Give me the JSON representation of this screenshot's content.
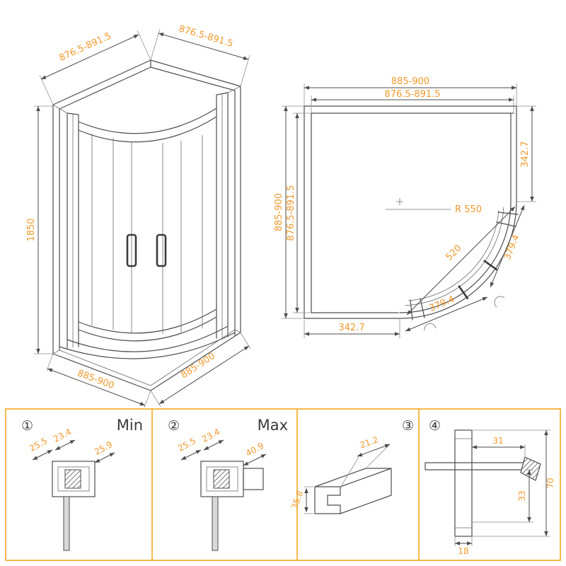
{
  "colors": {
    "dimension_text": "#f0992c",
    "drawing_line": "#4d4d4d",
    "panel_border": "#f5a623",
    "background": "#ffffff"
  },
  "front_view": {
    "dim_top_left": "876.5-891.5",
    "dim_top_right": "876.5-891.5",
    "dim_height": "1850",
    "dim_bottom_left": "885-900",
    "dim_bottom_right": "885-900"
  },
  "plan_view": {
    "dim_top_outer": "885-900",
    "dim_top_inner": "876.5-891.5",
    "dim_left_outer": "885-900",
    "dim_left_inner": "876.5-891.5",
    "dim_radius": "R 550",
    "dim_right_side": "342.7",
    "dim_door_right": "379.4",
    "dim_chord": "520",
    "dim_bottom_side": "342.7",
    "dim_door_bottom": "379.4"
  },
  "detail_panels": [
    {
      "number": "①",
      "label": "Min",
      "dim_a": "25.5",
      "dim_b": "23.4",
      "dim_c": "25.9"
    },
    {
      "number": "②",
      "label": "Max",
      "dim_a": "25.5",
      "dim_b": "23.4",
      "dim_c": "40.9"
    },
    {
      "number": "③",
      "dim_width": "21.2",
      "dim_height": "35.8"
    },
    {
      "number": "④",
      "dim_top": "31",
      "dim_right": "70",
      "dim_inner": "33",
      "dim_bottom": "18"
    }
  ]
}
